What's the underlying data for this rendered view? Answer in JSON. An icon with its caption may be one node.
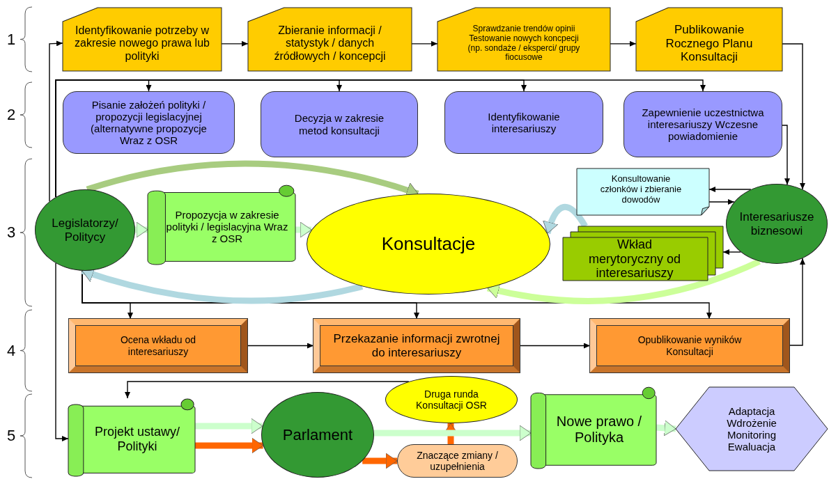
{
  "diagram": {
    "nodes": [
      {
        "text": [
          "Identyfikowanie potrzeby w zakresie nowego prawa lub polityki"
        ]
      },
      {
        "text": [
          "Zbieranie informacji / statystyk / danych źródłowych / koncepcji"
        ]
      },
      {
        "text": [
          "Sprawdzanie trendów opinii Testowanie nowych koncpecji (np. sondaże / eksperci/ grupy fiocusowe"
        ]
      },
      {
        "text": [
          "Publikowanie Rocznego Planu Konsultacji"
        ]
      },
      {
        "text": [
          "Pisanie założeń polityki / propozycji legislacyjnej (alternatywne propozycje Wraz z OSR"
        ]
      },
      {
        "text": [
          "Decyzja w zakresie metod konsultacji"
        ]
      },
      {
        "text": [
          "Identyfikowanie interesariuszy"
        ]
      },
      {
        "text": [
          "Zapewnienie uczestnictwa interesariuszy Wczesne powiadomienie"
        ]
      },
      {
        "text": [
          "Konsultowanie członków i zbieranie dowodów"
        ]
      },
      {
        "text": [
          "Legislatorzy/ Politycy"
        ]
      },
      {
        "text": [
          "Propozycja w zakresie polityki / legislacyjna Wraz z OSR"
        ]
      },
      {
        "text": [
          "Konsultacje"
        ]
      },
      {
        "text": [
          "Wkład merytoryczny od interesariuszy"
        ]
      },
      {
        "text": [
          "Interesariusze biznesowi"
        ]
      },
      {
        "text": [
          "Ocena wkładu od interesariuszy"
        ]
      },
      {
        "text": [
          "Przekazanie informacji zwrotnej do interesariuszy"
        ]
      },
      {
        "text": [
          "Opublikowanie wyników Konsultacji"
        ]
      },
      {
        "text": [
          "Projekt ustawy/ Polityki"
        ]
      },
      {
        "text": [
          "Parlament"
        ]
      },
      {
        "text": [
          "Druga runda Konsultacji OSR"
        ]
      },
      {
        "text": [
          "Znaczące zmiany / uzupełnienia"
        ]
      },
      {
        "text": [
          "Nowe prawo / Polityka"
        ]
      },
      {
        "text": [
          "Adaptacja Wdrożenie Monitoring Ewaluacja"
        ]
      }
    ],
    "edges": [
      {
        "from": 0,
        "to": 1,
        "arrow": "to"
      },
      {
        "from": 1,
        "to": 2,
        "arrow": "to"
      },
      {
        "from": 2,
        "to": 3,
        "arrow": "to"
      },
      {
        "from": 9,
        "to": 4,
        "arrow": "to"
      },
      {
        "from": 9,
        "to": 5,
        "arrow": "to"
      },
      {
        "from": 9,
        "to": 6,
        "arrow": "to"
      },
      {
        "from": 9,
        "to": 7,
        "arrow": "to"
      },
      {
        "from": 9,
        "to": 0,
        "arrow": "to"
      },
      {
        "from": 9,
        "to": 17,
        "arrow": "to"
      },
      {
        "from": 9,
        "to": 14,
        "arrow": "to"
      },
      {
        "from": 9,
        "to": 15,
        "arrow": "to"
      },
      {
        "from": 9,
        "to": 16,
        "arrow": "to"
      },
      {
        "from": 14,
        "to": 15,
        "arrow": "to"
      },
      {
        "from": 15,
        "to": 16,
        "arrow": "to"
      },
      {
        "from": 3,
        "to": 13,
        "arrow": "to"
      },
      {
        "from": 7,
        "to": 13,
        "arrow": "to"
      },
      {
        "from": 13,
        "to": 8,
        "arrow": "to"
      },
      {
        "from": 8,
        "to": 13,
        "arrow": "to"
      },
      {
        "from": 13,
        "to": 12,
        "arrow": "to"
      },
      {
        "from": 16,
        "to": 13,
        "arrow": "to"
      },
      {
        "from": 9,
        "to": 10,
        "arrow": "to",
        "style": "thick",
        "color": "#ccffcc"
      },
      {
        "from": 10,
        "to": 11,
        "arrow": "to",
        "style": "thick",
        "color": "#ccffcc"
      },
      {
        "from": 9,
        "to": 11,
        "arrow": "to",
        "style": "thick",
        "color": "#a8cc80"
      },
      {
        "from": 11,
        "to": 9,
        "arrow": "to",
        "style": "thick",
        "color": "#b0d8e0"
      },
      {
        "from": 12,
        "to": 11,
        "arrow": "to",
        "style": "thick",
        "color": "#b0d8e0"
      },
      {
        "from": 13,
        "to": 11,
        "arrow": "to",
        "style": "thick",
        "color": "#ccff99"
      },
      {
        "from": 19,
        "to": 17,
        "arrow": "to"
      },
      {
        "from": 17,
        "to": 18,
        "arrow": "to",
        "style": "thick",
        "color": "#ccffcc"
      },
      {
        "from": 17,
        "to": 18,
        "arrow": "to",
        "style": "thick",
        "color": "#ff6600"
      },
      {
        "from": 18,
        "to": 20,
        "arrow": "to",
        "style": "thick",
        "color": "#ff6600"
      },
      {
        "from": 20,
        "to": 19,
        "arrow": "to",
        "style": "thick",
        "color": "#ff6600"
      },
      {
        "from": 18,
        "to": 21,
        "arrow": "to",
        "style": "thick",
        "color": "#ccffcc"
      },
      {
        "from": 21,
        "to": 22,
        "arrow": "to",
        "style": "thick",
        "color": "#ccffcc"
      }
    ],
    "labels": [
      "1",
      "2",
      "3",
      "4",
      "5"
    ]
  }
}
